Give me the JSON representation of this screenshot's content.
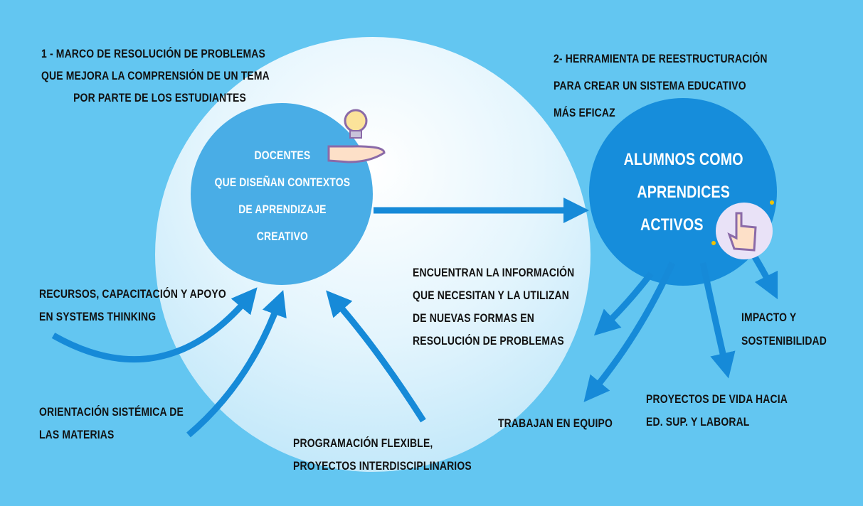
{
  "framework_1": [
    "1 - Marco de resolución de problemas",
    "que mejora la comprensión de un tema",
    "por parte de los estudiantes"
  ],
  "framework_2": [
    "2- Herramienta de reestructuración",
    "para crear un sistema educativo",
    "más eficaz"
  ],
  "teachers_node": [
    "Docentes",
    "que diseñan contextos",
    "de aprendizaje",
    "creativo"
  ],
  "students_node": [
    "Alumnos como",
    "aprendices",
    "activos"
  ],
  "inputs": {
    "resources": [
      "Recursos, capacitación y apoyo",
      "en Systems Thinking"
    ],
    "orientation": [
      "Orientación sistémica de",
      "las materias"
    ],
    "programming": [
      "Programación flexible,",
      "proyectos interdisciplinarios"
    ]
  },
  "outcomes": {
    "information": [
      "Encuentran la información",
      "que necesitan y la utilizan",
      "de nuevas formas  en",
      "resolución de problemas"
    ],
    "teamwork": [
      "Trabajan en equipo"
    ],
    "life_projects": [
      "Proyectos de vida hacia",
      "Ed. Sup. y laboral"
    ],
    "impact": [
      "Impacto y",
      "sostenibilidad"
    ]
  },
  "colors": {
    "background": "#63c6f1",
    "arrow": "#168ad8",
    "teachers": "#49ade6",
    "students": "#168ddb"
  }
}
